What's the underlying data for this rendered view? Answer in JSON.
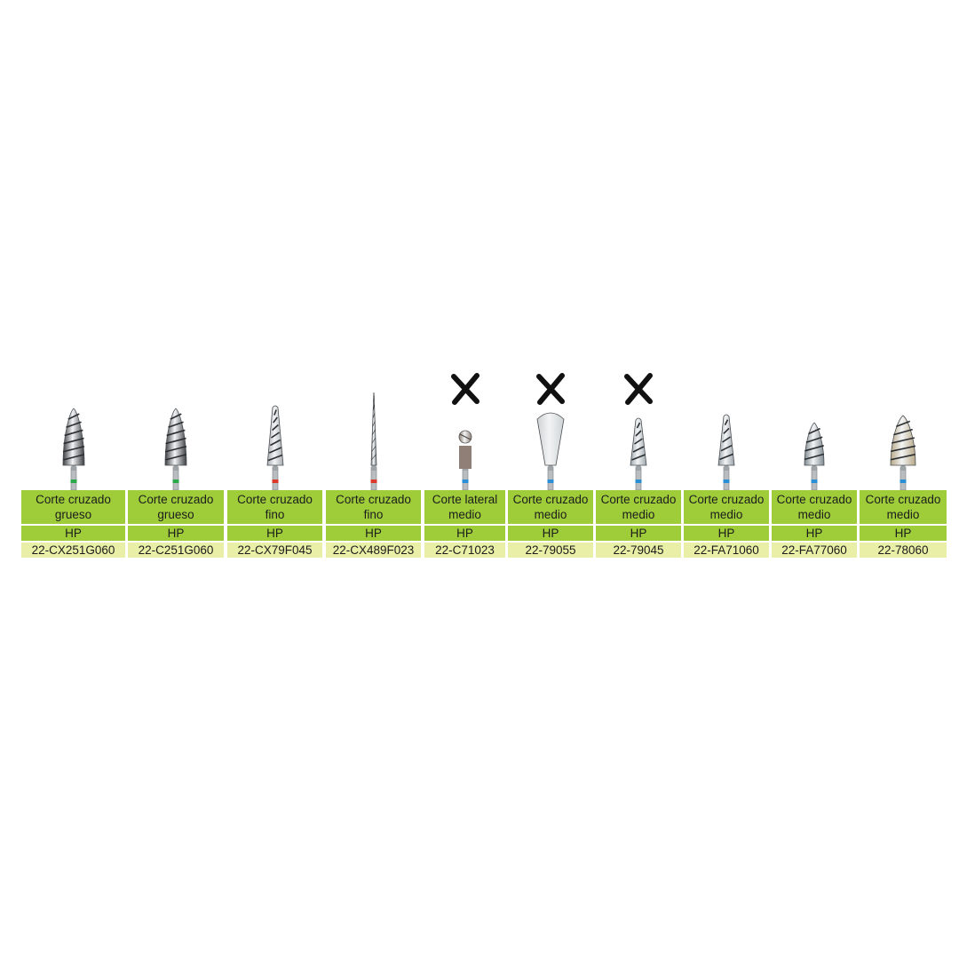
{
  "products": [
    {
      "type": "Corte cruzado grueso",
      "mount": "HP",
      "code": "22-CX251G060",
      "band_color": "#2aa84a",
      "metal_color": "#3a3d40",
      "crossed_out": false,
      "icon": "carbide-bur-flame-icon"
    },
    {
      "type": "Corte cruzado grueso",
      "mount": "HP",
      "code": "22-C251G060",
      "band_color": "#2aa84a",
      "metal_color": "#3a3d40",
      "crossed_out": false,
      "icon": "carbide-bur-flame-icon"
    },
    {
      "type": "Corte cruzado fino",
      "mount": "HP",
      "code": "22-CX79F045",
      "band_color": "#d93a2b",
      "metal_color": "#a7abaf",
      "crossed_out": false,
      "icon": "carbide-bur-cone-icon"
    },
    {
      "type": "Corte cruzado fino",
      "mount": "HP",
      "code": "22-CX489F023",
      "band_color": "#d93a2b",
      "metal_color": "#7c8185",
      "crossed_out": false,
      "icon": "carbide-bur-needle-icon"
    },
    {
      "type": "Corte lateral medio",
      "mount": "HP",
      "code": "22-C71023",
      "band_color": "#2b8fd6",
      "metal_color": "#8f7f76",
      "crossed_out": true,
      "icon": "carbide-bur-round-icon"
    },
    {
      "type": "Corte cruzado medio",
      "mount": "HP",
      "code": "22-79055",
      "band_color": "#2b8fd6",
      "metal_color": "#cfd2d4",
      "crossed_out": true,
      "icon": "carbide-bur-tulip-icon"
    },
    {
      "type": "Corte cruzado medio",
      "mount": "HP",
      "code": "22-79045",
      "band_color": "#2b8fd6",
      "metal_color": "#9da6ad",
      "crossed_out": true,
      "icon": "carbide-bur-cone-icon"
    },
    {
      "type": "Corte cruzado medio",
      "mount": "HP",
      "code": "22-FA71060",
      "band_color": "#2b8fd6",
      "metal_color": "#9aa2a8",
      "crossed_out": false,
      "icon": "carbide-bur-cone-icon"
    },
    {
      "type": "Corte cruzado medio",
      "mount": "HP",
      "code": "22-FA77060",
      "band_color": "#2b8fd6",
      "metal_color": "#7f8a91",
      "crossed_out": false,
      "icon": "carbide-bur-flame-icon"
    },
    {
      "type": "Corte cruzado medio",
      "mount": "HP",
      "code": "22-78060",
      "band_color": "#2b8fd6",
      "metal_color": "#b7a886",
      "crossed_out": false,
      "icon": "carbide-bur-flame-icon"
    }
  ]
}
